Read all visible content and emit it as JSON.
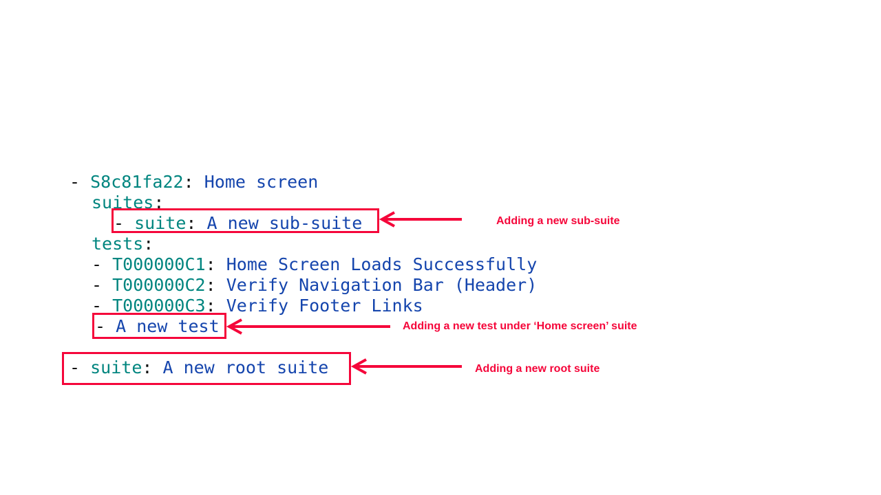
{
  "theme": {
    "background": "#ffffff",
    "key_color": "#00857f",
    "value_color": "#1545ad",
    "punctuation_color": "#111111",
    "annotation_color": "#f5063a"
  },
  "tree": {
    "root_suite": {
      "dash": "-",
      "id": "S8c81fa22",
      "colon": ":",
      "name": "Home screen"
    },
    "suites_keyword": {
      "label": "suites",
      "colon": ":"
    },
    "sub_suite": {
      "dash": "-",
      "key": "suite",
      "colon": ":",
      "name": "A new sub-suite"
    },
    "tests_keyword": {
      "label": "tests",
      "colon": ":"
    },
    "tests": [
      {
        "dash": "-",
        "id": "T000000C1",
        "colon": ":",
        "name": "Home Screen Loads Successfully"
      },
      {
        "dash": "-",
        "id": "T000000C2",
        "colon": ":",
        "name": "Verify Navigation Bar (Header)"
      },
      {
        "dash": "-",
        "id": "T000000C3",
        "colon": ":",
        "name": "Verify Footer Links"
      }
    ],
    "new_test": {
      "dash": "-",
      "name": "A new test"
    },
    "new_root_suite": {
      "dash": "-",
      "key": "suite",
      "colon": ":",
      "name": "A new root suite"
    }
  },
  "annotations": [
    {
      "text": "Adding a new sub-suite"
    },
    {
      "text": "Adding a new test under ‘Home screen’ suite"
    },
    {
      "text": "Adding a new root suite"
    }
  ]
}
